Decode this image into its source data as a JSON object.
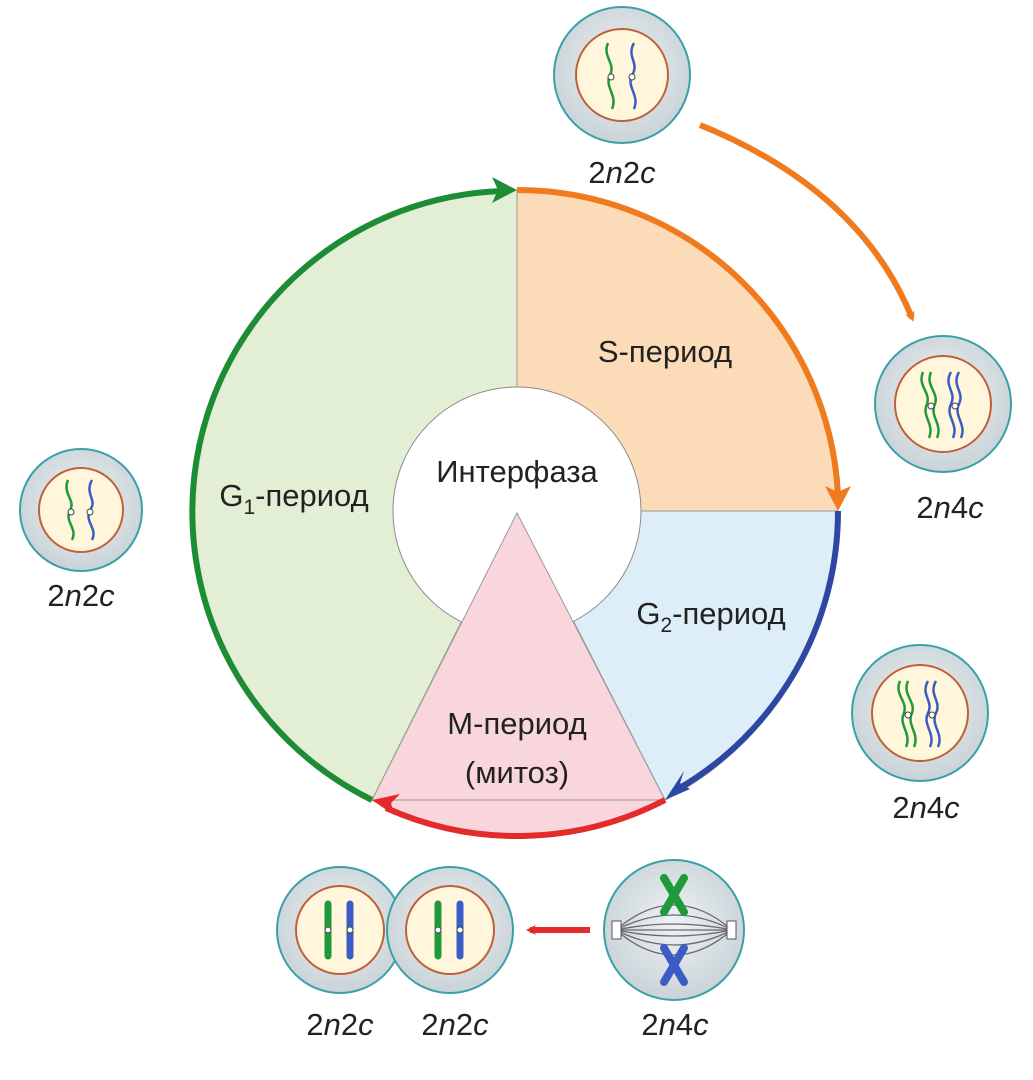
{
  "center_label": "Интерфаза",
  "phases": {
    "g1": {
      "prefix": "G",
      "sub": "1",
      "suffix": "-период",
      "fill": "#e3efd5",
      "arrow": "#1e8c35"
    },
    "s": {
      "label": "S-период",
      "fill": "#fcdcb8",
      "arrow": "#f07a1e"
    },
    "g2": {
      "prefix": "G",
      "sub": "2",
      "suffix": "-период",
      "fill": "#ddeef9",
      "arrow": "#2e47a3"
    },
    "m": {
      "line1": "M-период",
      "line2": "(митоз)",
      "fill": "#f8d6dc",
      "arrow": "#e32b2b"
    }
  },
  "cells": {
    "top": {
      "a": "2",
      "b": "n",
      "c": "2",
      "d": "c"
    },
    "left": {
      "a": "2",
      "b": "n",
      "c": "2",
      "d": "c"
    },
    "right_upper": {
      "a": "2",
      "b": "n",
      "c": "4",
      "d": "c"
    },
    "right_lower": {
      "a": "2",
      "b": "n",
      "c": "4",
      "d": "c"
    },
    "mitotic": {
      "a": "2",
      "b": "n",
      "c": "4",
      "d": "c"
    },
    "daughter_left": {
      "a": "2",
      "b": "n",
      "c": "2",
      "d": "c"
    },
    "daughter_right": {
      "a": "2",
      "b": "n",
      "c": "2",
      "d": "c"
    }
  },
  "colors": {
    "chromosome_green": "#1f9a3a",
    "chromosome_blue": "#3b5cc4",
    "cell_outer": "#dde4e8",
    "cell_border": "#3aa0a8",
    "nucleus_fill": "#fff6dc",
    "nucleus_border": "#c0603a"
  }
}
